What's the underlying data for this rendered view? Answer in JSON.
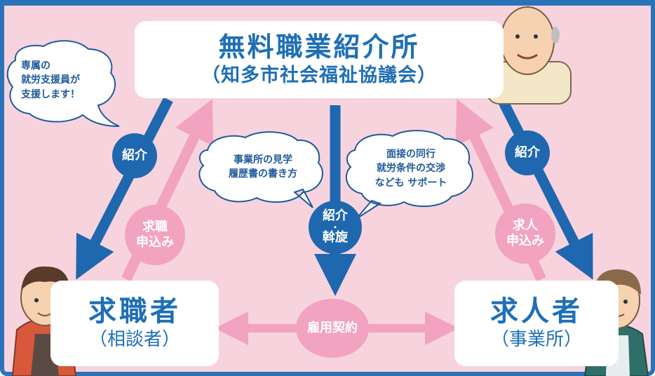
{
  "center": {
    "title": "無料職業紹介所",
    "subtitle": "（知多市社会福祉協議会）"
  },
  "seeker": {
    "title": "求職者",
    "subtitle": "（相談者）"
  },
  "employer": {
    "title": "求人者",
    "subtitle": "（事業所）"
  },
  "arrow_labels": {
    "left_referral": "紹介",
    "right_referral": "紹介",
    "center_line1": "紹介",
    "center_dot": "・",
    "center_line2": "斡旋",
    "job_seek_line1": "求職",
    "job_seek_line2": "申込み",
    "job_offer_line1": "求人",
    "job_offer_line2": "申込み",
    "contract": "雇用契約"
  },
  "bubbles": {
    "support_line1": "専属の",
    "support_line2": "就労支援員が",
    "support_line3": "支援します！",
    "visit_line1": "事業所の見学",
    "visit_line2": "履歴書の書き方",
    "interview_line1": "面接の同行",
    "interview_line2": "就労条件の交渉",
    "interview_line3": "なども サポート"
  },
  "colors": {
    "blue": "#1f67af",
    "pink": "#f2a3c0",
    "background": "#f7d3de",
    "frame": "#2b73b8"
  }
}
